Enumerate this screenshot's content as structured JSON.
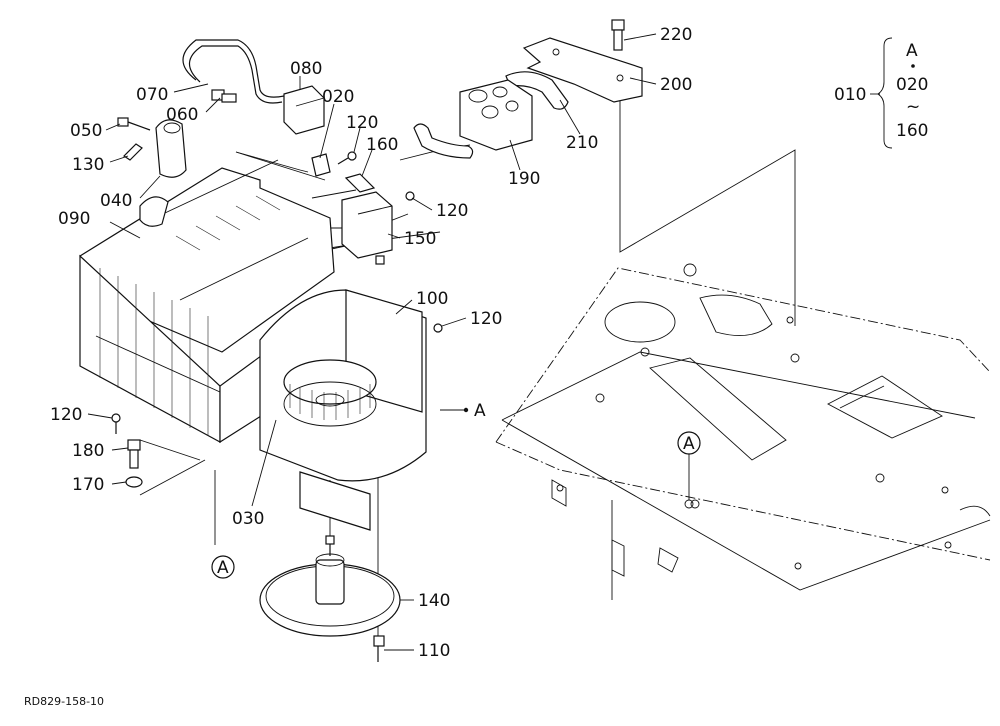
{
  "figure_ref": "RD829-158-10",
  "parts": [
    {
      "id": "p220",
      "number": "220"
    },
    {
      "id": "p200",
      "number": "200"
    },
    {
      "id": "p210",
      "number": "210"
    },
    {
      "id": "p190",
      "number": "190"
    },
    {
      "id": "p080",
      "number": "080"
    },
    {
      "id": "p070",
      "number": "070"
    },
    {
      "id": "p060",
      "number": "060"
    },
    {
      "id": "p020",
      "number": "020"
    },
    {
      "id": "p120a",
      "number": "120"
    },
    {
      "id": "p160",
      "number": "160"
    },
    {
      "id": "p050",
      "number": "050"
    },
    {
      "id": "p130",
      "number": "130"
    },
    {
      "id": "p040",
      "number": "040"
    },
    {
      "id": "p120b",
      "number": "120"
    },
    {
      "id": "p150",
      "number": "150"
    },
    {
      "id": "p090",
      "number": "090"
    },
    {
      "id": "p100",
      "number": "100"
    },
    {
      "id": "p120c",
      "number": "120"
    },
    {
      "id": "p120d",
      "number": "120"
    },
    {
      "id": "p180",
      "number": "180"
    },
    {
      "id": "p170",
      "number": "170"
    },
    {
      "id": "p030",
      "number": "030"
    },
    {
      "id": "p140",
      "number": "140"
    },
    {
      "id": "p110",
      "number": "110"
    },
    {
      "id": "pA_side",
      "number": "A"
    }
  ],
  "assembly_key": {
    "number": "010",
    "group": "A",
    "range_start": "020",
    "range_symbol": "~",
    "range_end": "160"
  },
  "callouts": [
    {
      "id": "circleA_left",
      "letter": "A"
    },
    {
      "id": "circleA_right",
      "letter": "A"
    }
  ]
}
